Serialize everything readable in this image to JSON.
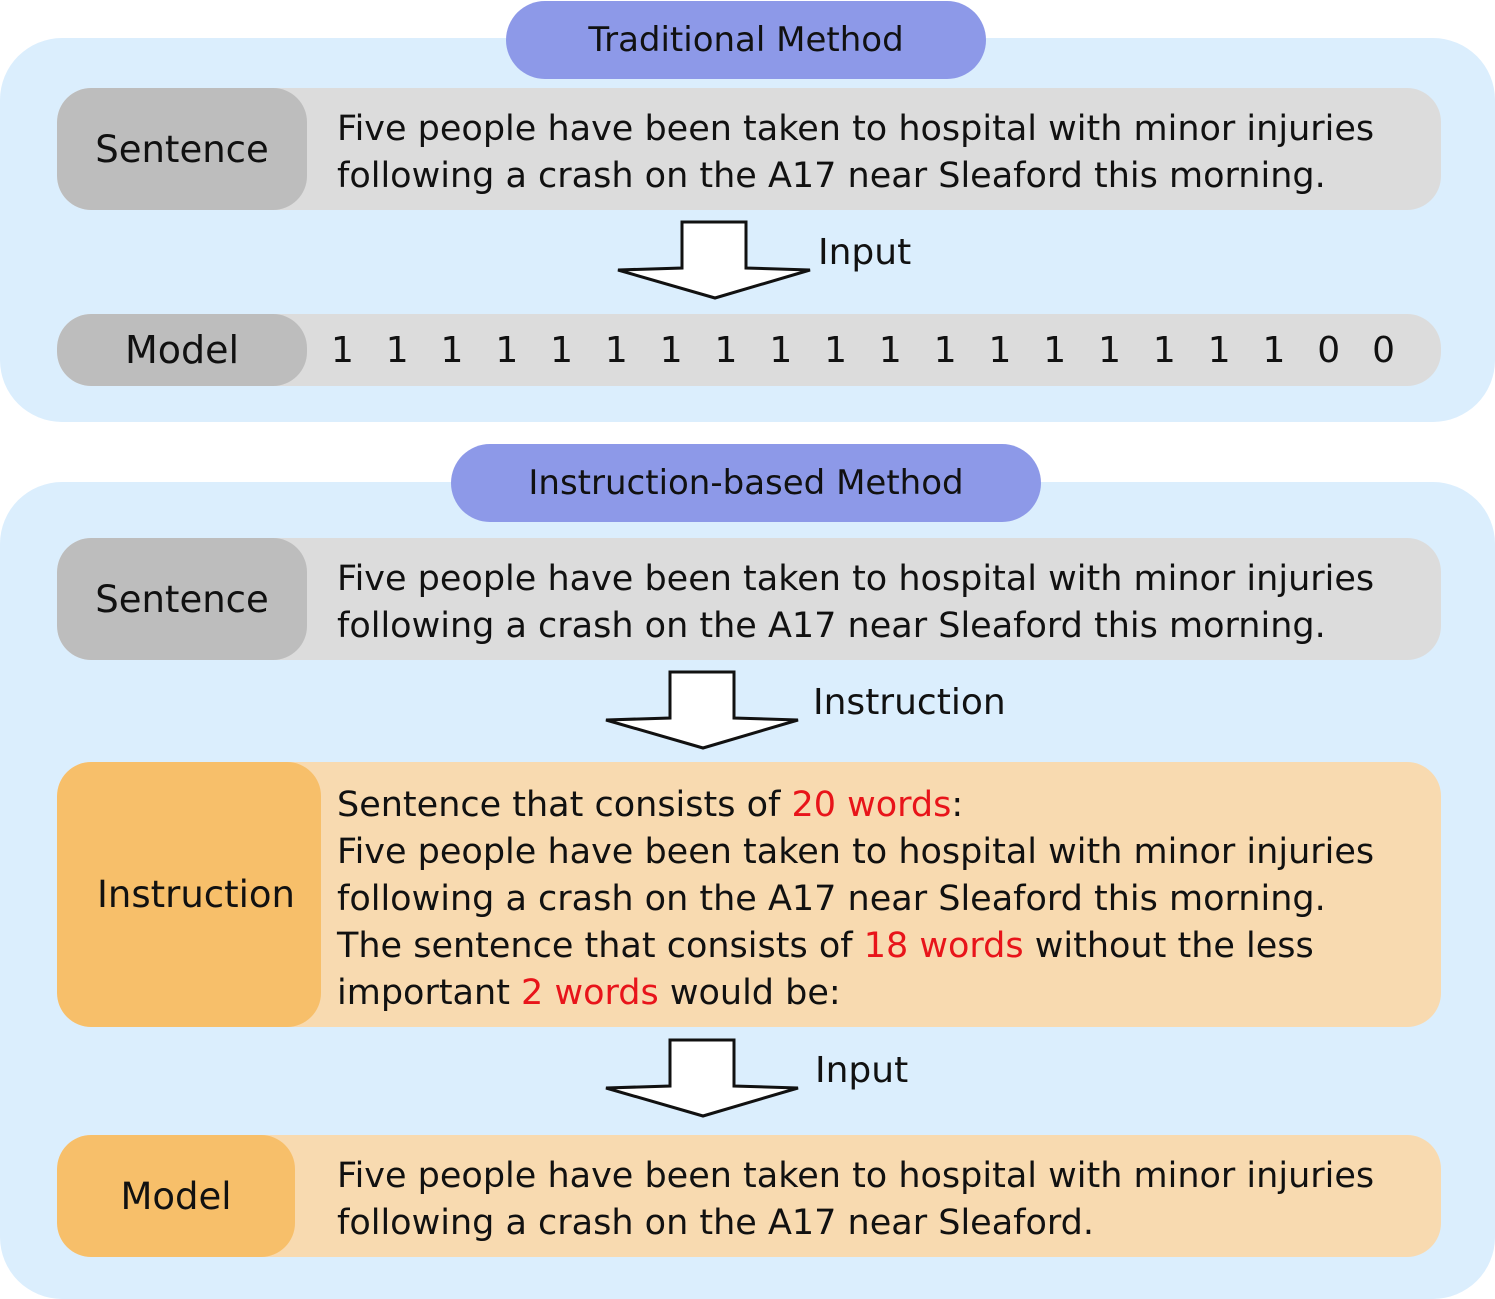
{
  "traditional": {
    "title": "Traditional Method",
    "sentence_tag": "Sentence",
    "sentence_lines": [
      "Five people have been taken to hospital with minor injuries",
      "following a crash on the A17 near Sleaford this morning."
    ],
    "arrow_label": "Input",
    "model_tag": "Model",
    "bits": [
      "1",
      "1",
      "1",
      "1",
      "1",
      "1",
      "1",
      "1",
      "1",
      "1",
      "1",
      "1",
      "1",
      "1",
      "1",
      "1",
      "1",
      "1",
      "0",
      "0"
    ]
  },
  "instruction_based": {
    "title": "Instruction-based Method",
    "sentence_tag": "Sentence",
    "sentence_lines": [
      "Five people have been taken to hospital with minor injuries",
      "following a crash on the A17 near Sleaford this morning."
    ],
    "arrow1_label": "Instruction",
    "instruction_tag": "Instruction",
    "instruction": {
      "l1_pre": "Sentence that consists of ",
      "l1_hl": "20 words",
      "l1_post": ":",
      "l2": "Five people have been taken to hospital with minor injuries",
      "l3": "following a crash on the A17 near Sleaford this morning.",
      "l4_pre": "The sentence that consists of ",
      "l4_hl": "18 words",
      "l4_post": " without the less",
      "l5_pre": "important ",
      "l5_hl": "2 words",
      "l5_post": " would be:"
    },
    "arrow2_label": "Input",
    "model_tag": "Model",
    "output_lines": [
      "Five people have been taken to hospital with minor injuries",
      "following a crash on the A17 near Sleaford."
    ]
  },
  "colors": {
    "panel_bg": "#dbeefd",
    "title_pill": "#8d99e8",
    "gray_row": "#dcdcdc",
    "gray_tag": "#bdbdbd",
    "orange_row": "#f8dab0",
    "orange_tag": "#f7bf6a",
    "highlight": "#e8141a"
  }
}
